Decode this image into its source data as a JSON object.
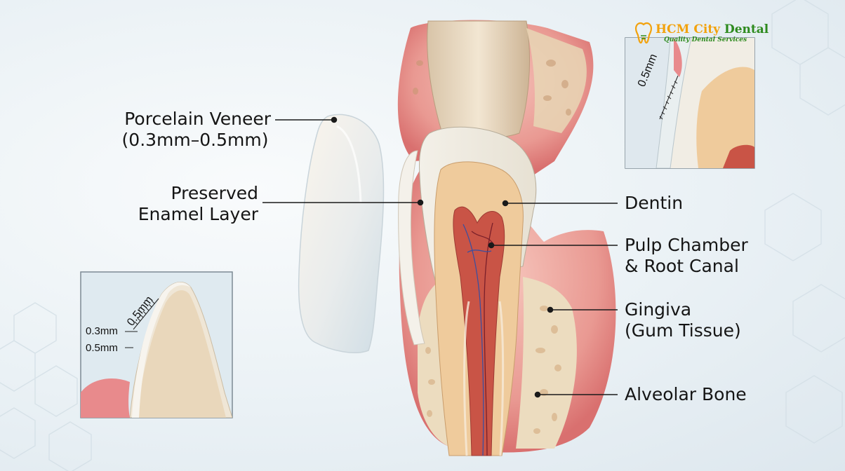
{
  "labels": {
    "veneer": [
      "Porcelain Veneer",
      "(0.3mm–0.5mm)"
    ],
    "enamel": [
      "Preserved",
      "Enamel Layer"
    ],
    "dentin": [
      "Dentin"
    ],
    "pulp": [
      "Pulp Chamber",
      "& Root Canal"
    ],
    "gingiva": [
      "Gingiva",
      "(Gum Tissue)"
    ],
    "bone": [
      "Alveolar Bone"
    ]
  },
  "inset_top_right": {
    "measure": "0.5mm"
  },
  "inset_bottom_left": {
    "measure_top": "0.5mm",
    "measure_a": "0.3mm",
    "measure_b": "0.5mm"
  },
  "logo": {
    "name_part1": "HCM City",
    "name_part2": "Dental",
    "tagline": "Quality Dental Services",
    "icon": "tooth-icon"
  },
  "colors": {
    "gum": "#e88a8c",
    "enamel": "#f1eee6",
    "dentin": "#efcb9c",
    "pulp": "#c95446",
    "bone": "#ecdcbf",
    "logo_orange": "#f2a20d",
    "logo_green": "#2d8a1e"
  }
}
